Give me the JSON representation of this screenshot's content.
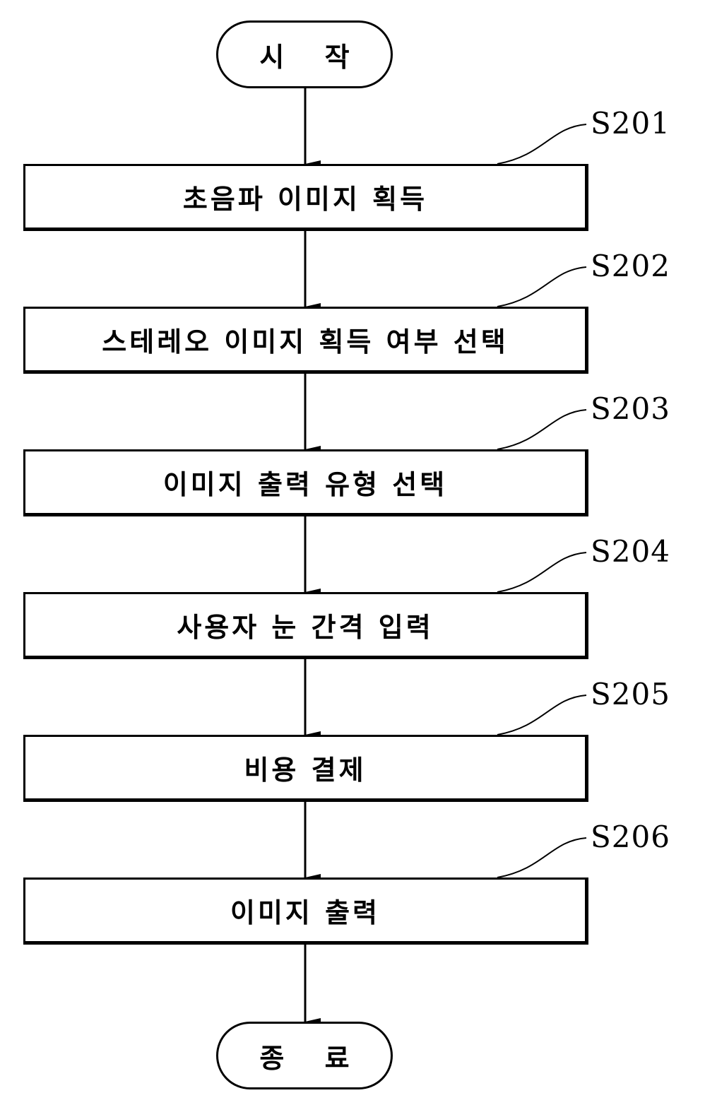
{
  "start": {
    "label": "시 작"
  },
  "end": {
    "label": "종 료"
  },
  "steps": [
    {
      "id": "S201",
      "label": "초음파 이미지 획득"
    },
    {
      "id": "S202",
      "label": "스테레오 이미지 획득 여부 선택"
    },
    {
      "id": "S203",
      "label": "이미지 출력 유형 선택"
    },
    {
      "id": "S204",
      "label": "사용자 눈 간격 입력"
    },
    {
      "id": "S205",
      "label": "비용 결제"
    },
    {
      "id": "S206",
      "label": "이미지 출력"
    }
  ]
}
